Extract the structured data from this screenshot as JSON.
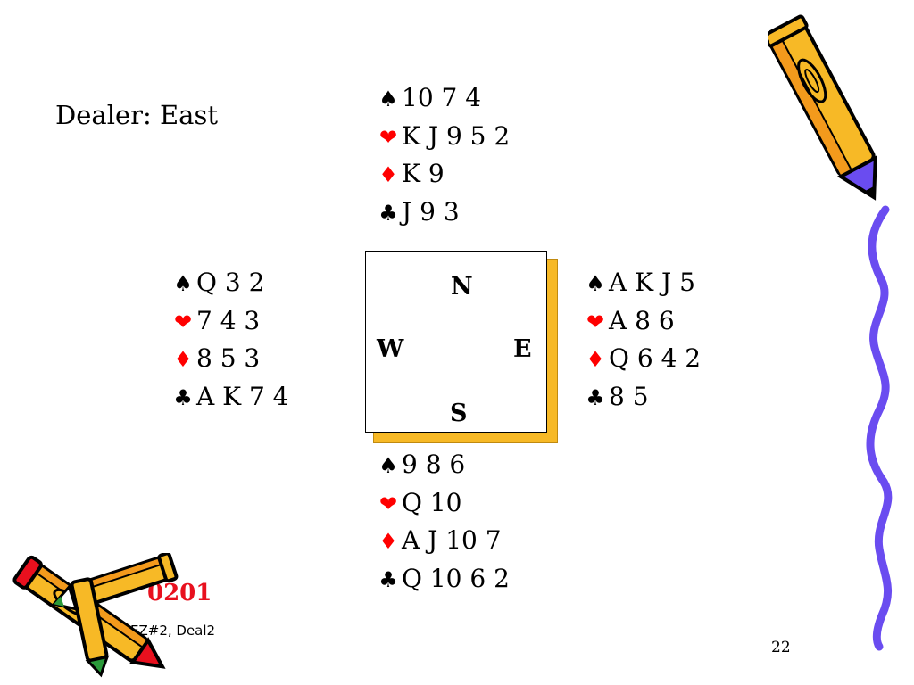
{
  "dealer_label": "Dealer: East",
  "colors": {
    "red_suit": "#ff0000",
    "black_suit": "#000000",
    "table_shadow": "#f7b926",
    "deal_code": "#e8101e",
    "squiggle": "#6a4cf0"
  },
  "hands": {
    "north": [
      {
        "suit": "spade-icon",
        "symbol": "♠",
        "cards": "10 7 4"
      },
      {
        "suit": "heart-icon",
        "symbol": "❤",
        "cards": "K J 9 5 2"
      },
      {
        "suit": "diamond-icon",
        "symbol": "♦",
        "cards": "K 9"
      },
      {
        "suit": "club-icon",
        "symbol": "♣",
        "cards": "J 9 3"
      }
    ],
    "west": [
      {
        "suit": "spade-icon",
        "symbol": "♠",
        "cards": "Q 3 2"
      },
      {
        "suit": "heart-icon",
        "symbol": "❤",
        "cards": "7 4 3"
      },
      {
        "suit": "diamond-icon",
        "symbol": "♦",
        "cards": "8 5 3"
      },
      {
        "suit": "club-icon",
        "symbol": "♣",
        "cards": "A K 7 4"
      }
    ],
    "east": [
      {
        "suit": "spade-icon",
        "symbol": "♠",
        "cards": "A K J 5"
      },
      {
        "suit": "heart-icon",
        "symbol": "❤",
        "cards": "A 8 6"
      },
      {
        "suit": "diamond-icon",
        "symbol": "♦",
        "cards": "Q 6 4 2"
      },
      {
        "suit": "club-icon",
        "symbol": "♣",
        "cards": "8 5"
      }
    ],
    "south": [
      {
        "suit": "spade-icon",
        "symbol": "♠",
        "cards": "9 8 6"
      },
      {
        "suit": "heart-icon",
        "symbol": "❤",
        "cards": "Q 10"
      },
      {
        "suit": "diamond-icon",
        "symbol": "♦",
        "cards": "A J 10 7"
      },
      {
        "suit": "club-icon",
        "symbol": "♣",
        "cards": "Q 10 6 2"
      }
    ]
  },
  "compass": {
    "north": "N",
    "west": "W",
    "east": "E",
    "south": "S"
  },
  "deal_code": "0201",
  "subtitle": "EZ#2, Deal2",
  "page_number": "22",
  "decorations": [
    "pencil-icon",
    "pencils-pair-icon",
    "squiggle-line-icon"
  ]
}
